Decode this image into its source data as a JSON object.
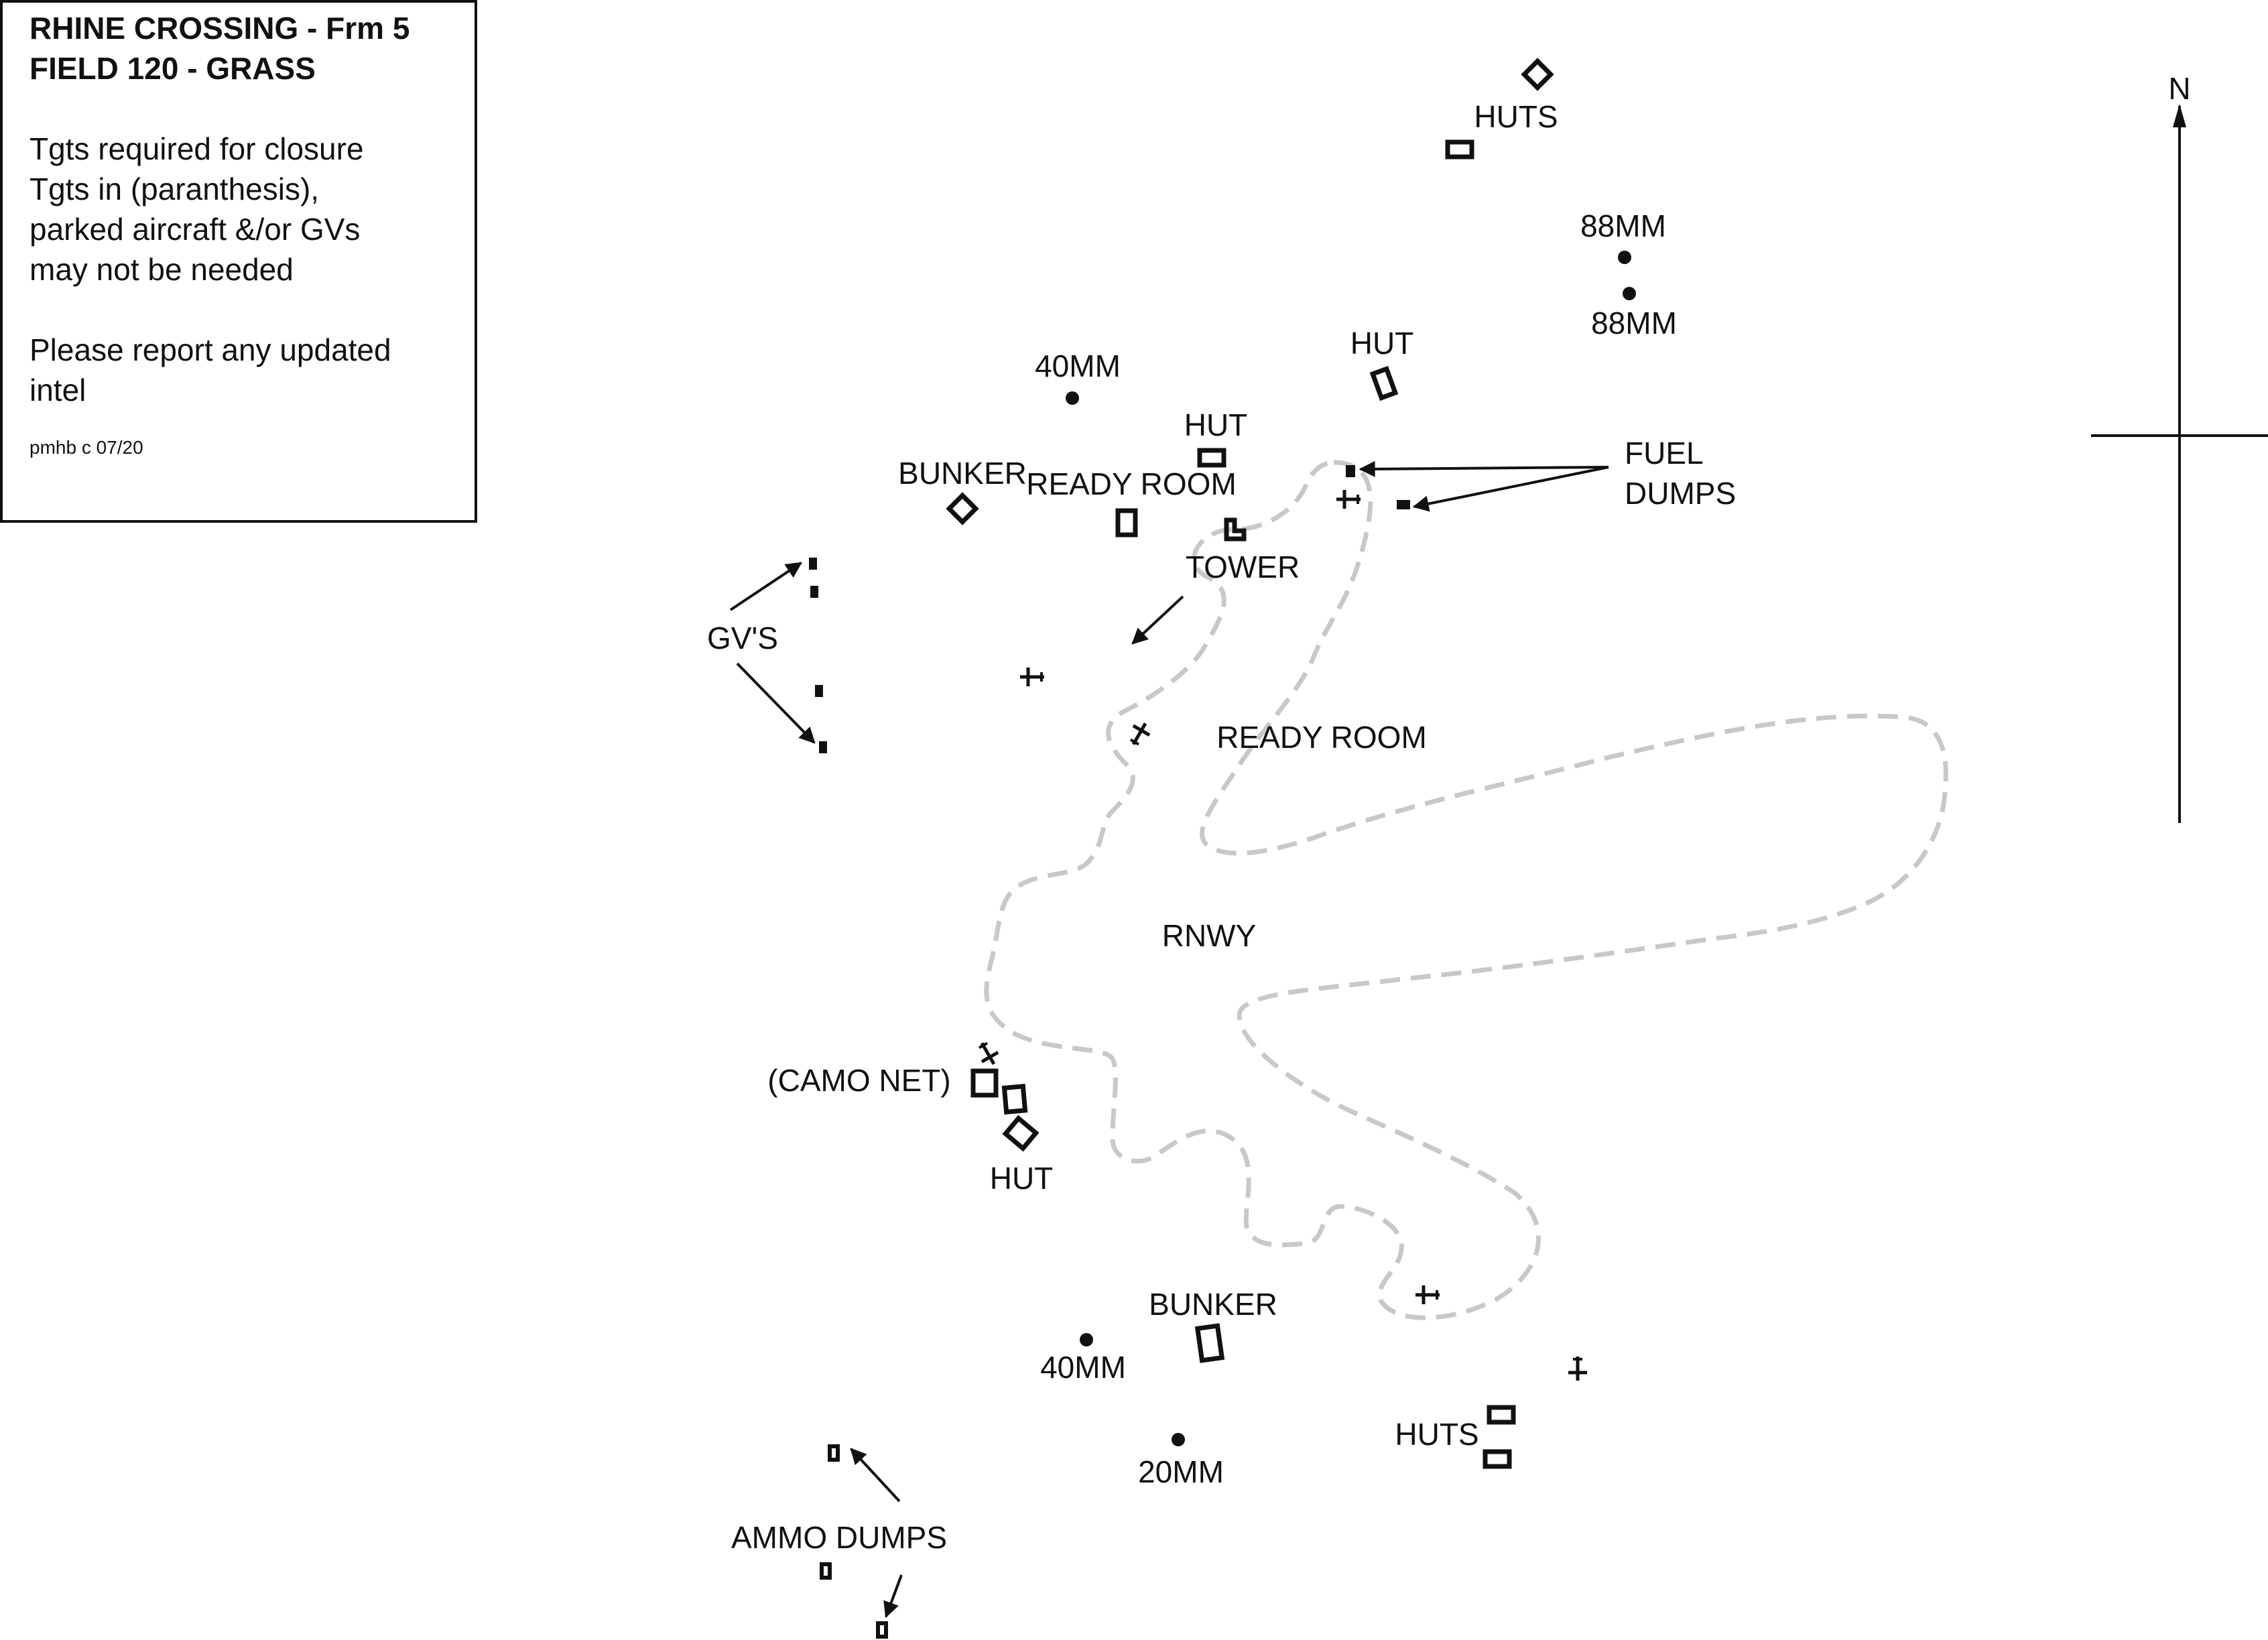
{
  "info": {
    "title_line1": "RHINE CROSSING - Frm 5",
    "title_line2": "FIELD 120 - GRASS",
    "note_lines": [
      "Tgts required for closure",
      "Tgts in (paranthesis),",
      "parked aircraft &/or GVs",
      "may not be needed"
    ],
    "report_lines": [
      "Please report any updated",
      "intel"
    ],
    "credit": "pmhb c 07/20"
  },
  "compass": {
    "north_label": "N"
  },
  "labels": {
    "huts_north": "HUTS",
    "flak_88_a": "88MM",
    "flak_88_b": "88MM",
    "hut_ne": "HUT",
    "flak_40_north": "40MM",
    "hut_north": "HUT",
    "fuel_line1": "FUEL",
    "fuel_line2": "DUMPS",
    "bunker_north": "BUNKER",
    "ready_room_north": "READY ROOM",
    "tower": "TOWER",
    "gvs": "GV'S",
    "ready_room_central": "READY ROOM",
    "runway": "RNWY",
    "camo_net": "(CAMO NET)",
    "hut_sw": "HUT",
    "bunker_south": "BUNKER",
    "flak_40_south": "40MM",
    "huts_south": "HUTS",
    "flak_20": "20MM",
    "ammo_dumps": "AMMO DUMPS"
  },
  "style": {
    "ink_color": "#111111",
    "runway_outline_color": "#c8c8c8"
  },
  "icons": {
    "building": "rectangle-outline-icon",
    "flak": "dot-icon",
    "aircraft": "aircraft-icon",
    "ground_vehicle": "small-block-icon"
  }
}
